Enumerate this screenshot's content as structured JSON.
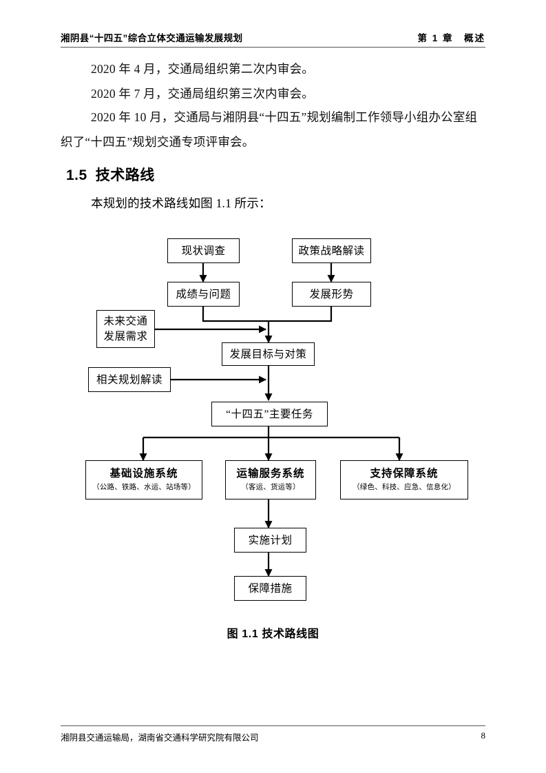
{
  "header": {
    "left_title": "湘阴县“十四五”综合立体交通运输发展规划",
    "right_title": "第 1 章　概述"
  },
  "body": {
    "paragraphs": [
      "2020 年 4 月，交通局组织第二次内审会。",
      "2020 年 7 月，交通局组织第三次内审会。",
      "2020 年 10 月，交通局与湘阴县“十四五”规划编制工作领导小组办公室组织了“十四五”规划交通专项评审会。"
    ],
    "section": {
      "number": "1.5",
      "title": "技术路线"
    },
    "intro": "本规划的技术路线如图 1.1 所示："
  },
  "figure": {
    "caption": "图 1.1  技术路线图",
    "nodes": {
      "survey": {
        "label": "现状调查"
      },
      "policy": {
        "label": "政策战略解读"
      },
      "achievements": {
        "label": "成绩与问题"
      },
      "situation": {
        "label": "发展形势"
      },
      "future_demand": {
        "label": "未来交通\n发展需求",
        "line1": "未来交通",
        "line2": "发展需求"
      },
      "goals": {
        "label": "发展目标与对策"
      },
      "related_plans": {
        "label": "相关规划解读"
      },
      "main_tasks": {
        "label": "“十四五”主要任务"
      },
      "infrastructure": {
        "label": "基础设施系统",
        "sub": "（公路、铁路、水运、站场等）"
      },
      "transport_service": {
        "label": "运输服务系统",
        "sub": "（客运、货运等）"
      },
      "support_guarantee": {
        "label": "支持保障系统",
        "sub": "（绿色、科技、应急、信息化）"
      },
      "implementation": {
        "label": "实施计划"
      },
      "guarantee_measures": {
        "label": "保障措施"
      }
    }
  },
  "footer": {
    "left": "湘阴县交通运输局，湖南省交通科学研究院有限公司",
    "page_number": "8"
  },
  "colors": {
    "text": "#000000",
    "rule": "#555555",
    "box_border": "#000000",
    "page_background": "#ffffff"
  }
}
